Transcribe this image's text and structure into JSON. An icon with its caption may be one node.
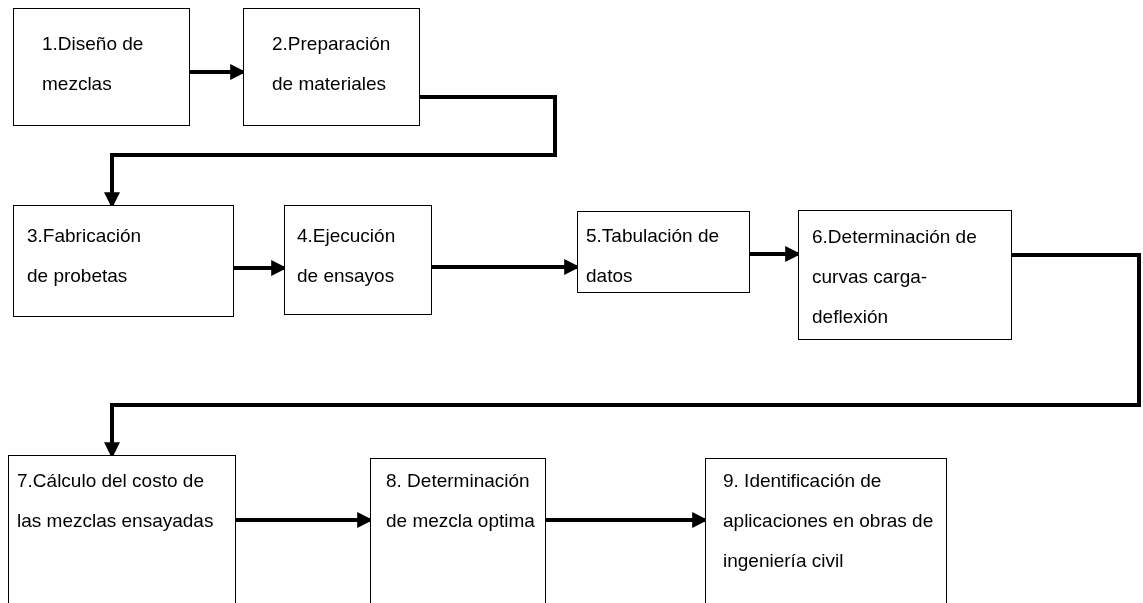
{
  "diagram": {
    "nodes": [
      {
        "text": [
          "1.Diseño de mezclas"
        ]
      },
      {
        "text": [
          "2.Preparación de materiales"
        ]
      },
      {
        "text": [
          "3.Fabricación de probetas"
        ]
      },
      {
        "text": [
          "4.Ejecución de ensayos"
        ]
      },
      {
        "text": [
          "5.Tabulación de datos"
        ]
      },
      {
        "text": [
          "6.Determinación de curvas carga-deflexión"
        ]
      },
      {
        "text": [
          "7.Cálculo del costo de las mezclas ensayadas"
        ]
      },
      {
        "text": [
          "8. Determinación de mezcla optima"
        ]
      },
      {
        "text": [
          "9. Identificación de aplicaciones en obras de ingeniería civil"
        ]
      }
    ],
    "edges": [
      {
        "from": 0,
        "to": 1,
        "arrow": "to"
      },
      {
        "from": 1,
        "to": 2,
        "arrow": "to"
      },
      {
        "from": 2,
        "to": 3,
        "arrow": "to"
      },
      {
        "from": 3,
        "to": 4,
        "arrow": "to"
      },
      {
        "from": 4,
        "to": 5,
        "arrow": "to"
      },
      {
        "from": 5,
        "to": 6,
        "arrow": "to"
      },
      {
        "from": 6,
        "to": 7,
        "arrow": "to"
      },
      {
        "from": 7,
        "to": 8,
        "arrow": "to"
      }
    ]
  }
}
